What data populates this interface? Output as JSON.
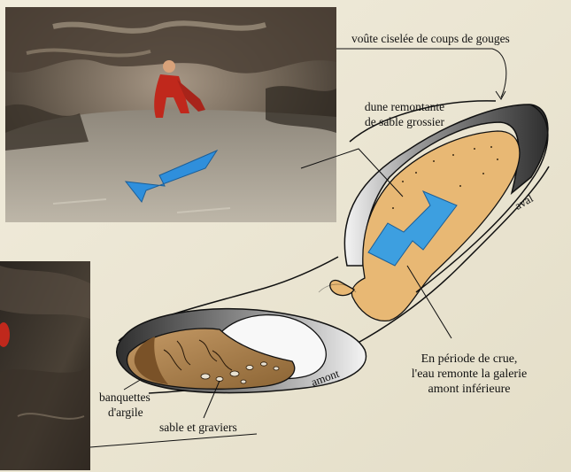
{
  "colors": {
    "page_background": "#ece7d6",
    "sand": "#e8b874",
    "water_arrow": "#3d9fe0",
    "clay": "#a77a45",
    "tube_shadow": "#3a3a3a"
  },
  "photos": [
    {
      "id": "upper-cave-photo",
      "subject": "caver crouching in gallery with blue flow arrow"
    },
    {
      "id": "lower-cave-photo",
      "subject": "dark gallery with caver, partially cropped"
    }
  ],
  "labels": {
    "vault": "voûte ciselée de coups de gouges",
    "dune_line1": "dune remontante",
    "dune_line2": "de sable grossier",
    "downstream": "aval",
    "upstream": "amont",
    "flood_line1": "En période de crue,",
    "flood_line2": "l'eau remonte la galerie",
    "flood_line3": "amont inférieure",
    "clay_line1": "banquettes",
    "clay_line2": "d'argile",
    "gravel": "sable et graviers"
  }
}
